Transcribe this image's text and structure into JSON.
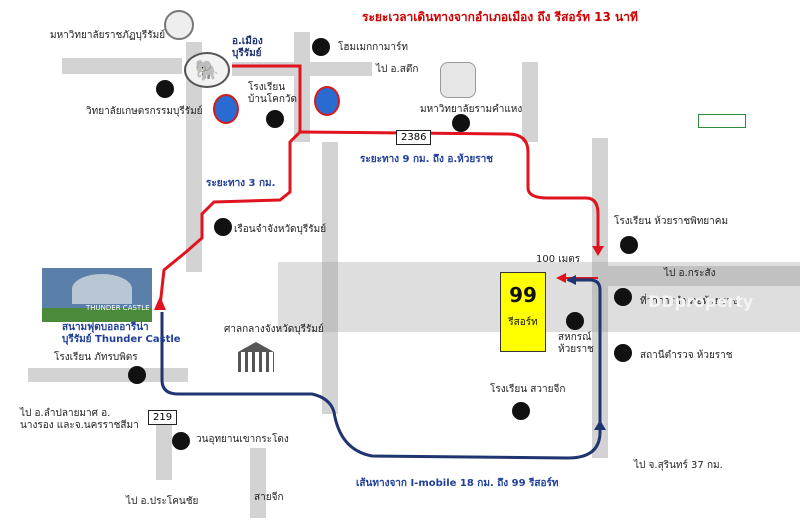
{
  "title": "ระยะเวลาเดินทางจากอำเภอเมือง ถึง รีสอร์ท 13 นาที",
  "places": {
    "rajabhat_univ": "มหาวิทยาลัยราชภัฏบุรีรัมย์",
    "amphoe_mueang": "อ.เมือง\nบุรีรัมย์",
    "homemart": "โฮมเมกกามาร์ท",
    "to_satuek": "ไป อ.สตึก",
    "ban_khokwat": "โรงเรียน\nบ้านโคกวัด",
    "agri_college": "วิทยาลัยเกษตรกรรมบุรีรัมย์",
    "ramkhamhaeng": "มหาวิทยาลัยรามคำแหง",
    "route_2386": "2386",
    "dist_9km": "ระยะทาง 9 กม. ถึง อ.ห้วยราช",
    "dist_3km": "ระยะทาง 3 กม.",
    "prison": "เรือนจำจังหวัดบุรีรัมย์",
    "huairat_school": "โรงเรียน ห้วยราชพิทยาคม",
    "dist_100m": "100 เมตร",
    "to_krasang": "ไป อ.กระสัง",
    "huairat_office": "ที่ว่าการอำเภอห้วยราช",
    "resort_num": "99",
    "resort_label": "รีสอร์ท",
    "coop": "สหกรณ์\nห้วยราช",
    "police": "สถานีตำรวจ ห้วยราช",
    "stadium": "สนามฟุตบอลอารีน่า\nบุรีรัมย์ Thunder Castle",
    "court": "ศาลกลางจังหวัดบุรีรัมย์",
    "phattharaphit": "โรงเรียน ภัทรบพิตร",
    "sawaychik_school": "โรงเรียน สวายจีก",
    "to_lamplaimat": "ไป อ.ลำปลายมาศ อ.\nนางรอง และจ.นครราชสีมา",
    "route_219": "219",
    "wanutthayan": "วนอุทยานเขากระโดง",
    "to_surin": "ไป จ.สุรินทร์ 37 กม.",
    "imobile_route": "เส้นทางจาก I-mobile 18 กม. ถึง 99 รีสอร์ท",
    "to_prakhonchai": "ไป อ.ประโคนชัย",
    "sawaychik": "สายจีก",
    "stadium_sign": "THUNDER CASTLE",
    "watermark": "DDproperty"
  },
  "colors": {
    "road": "#d3d3d3",
    "red_route": "#e0141e",
    "blue_route": "#1f3470",
    "resort": "#ffff00"
  }
}
